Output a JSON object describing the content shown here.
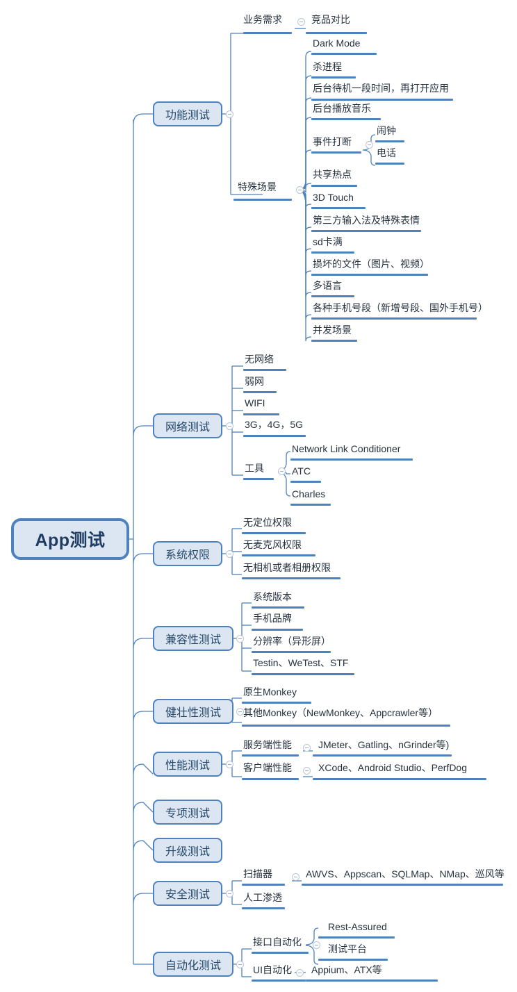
{
  "document": {
    "type": "mindmap",
    "title": "App测试",
    "colors": {
      "node_fill": "#dce6f2",
      "node_border": "#4f81bd",
      "underline": "#4f81bd",
      "text": "#26323f",
      "root_text": "#1f3d63",
      "background": "#ffffff",
      "toggle_border": "#b9c6d6"
    }
  },
  "root": {
    "label": "App测试"
  },
  "branches": [
    {
      "label": "功能测试",
      "children": [
        {
          "label": "业务需求",
          "children": [
            {
              "label": "竞品对比"
            }
          ]
        },
        {
          "label": "特殊场景",
          "children": [
            {
              "label": "Dark Mode"
            },
            {
              "label": "杀进程"
            },
            {
              "label": "后台待机一段时间，再打开应用"
            },
            {
              "label": "后台播放音乐"
            },
            {
              "label": "事件打断",
              "children": [
                {
                  "label": "闹钟"
                },
                {
                  "label": "电话"
                }
              ]
            },
            {
              "label": "共享热点"
            },
            {
              "label": "3D Touch"
            },
            {
              "label": "第三方输入法及特殊表情"
            },
            {
              "label": "sd卡满"
            },
            {
              "label": "损坏的文件（图片、视频）"
            },
            {
              "label": "多语言"
            },
            {
              "label": "各种手机号段（新增号段、国外手机号）"
            },
            {
              "label": "并发场景"
            }
          ]
        }
      ]
    },
    {
      "label": "网络测试",
      "children": [
        {
          "label": "无网络"
        },
        {
          "label": "弱网"
        },
        {
          "label": "WIFI"
        },
        {
          "label": "3G，4G，5G"
        },
        {
          "label": "工具",
          "children": [
            {
              "label": "Network Link Conditioner"
            },
            {
              "label": "ATC"
            },
            {
              "label": "Charles"
            }
          ]
        }
      ]
    },
    {
      "label": "系统权限",
      "children": [
        {
          "label": "无定位权限"
        },
        {
          "label": "无麦克风权限"
        },
        {
          "label": "无相机或者相册权限"
        }
      ]
    },
    {
      "label": "兼容性测试",
      "children": [
        {
          "label": "系统版本"
        },
        {
          "label": "手机品牌"
        },
        {
          "label": "分辨率（异形屏）"
        },
        {
          "label": "Testin、WeTest、STF"
        }
      ]
    },
    {
      "label": "健壮性测试",
      "children": [
        {
          "label": "原生Monkey"
        },
        {
          "label": "其他Monkey（NewMonkey、Appcrawler等）"
        }
      ]
    },
    {
      "label": "性能测试",
      "children": [
        {
          "label": "服务端性能",
          "children": [
            {
              "label": "JMeter、Gatling、nGrinder等)"
            }
          ]
        },
        {
          "label": "客户端性能",
          "children": [
            {
              "label": "XCode、Android Studio、PerfDog"
            }
          ]
        }
      ]
    },
    {
      "label": "专项测试",
      "children": []
    },
    {
      "label": "升级测试",
      "children": []
    },
    {
      "label": "安全测试",
      "children": [
        {
          "label": "扫描器",
          "children": [
            {
              "label": "AWVS、Appscan、SQLMap、NMap、巡风等"
            }
          ]
        },
        {
          "label": "人工渗透"
        }
      ]
    },
    {
      "label": "自动化测试",
      "children": [
        {
          "label": "接口自动化",
          "children": [
            {
              "label": "Rest-Assured"
            },
            {
              "label": "测试平台"
            }
          ]
        },
        {
          "label": "UI自动化",
          "children": [
            {
              "label": "Appium、ATX等"
            }
          ]
        }
      ]
    }
  ],
  "icons": {
    "collapse": "minus-circle-icon"
  }
}
